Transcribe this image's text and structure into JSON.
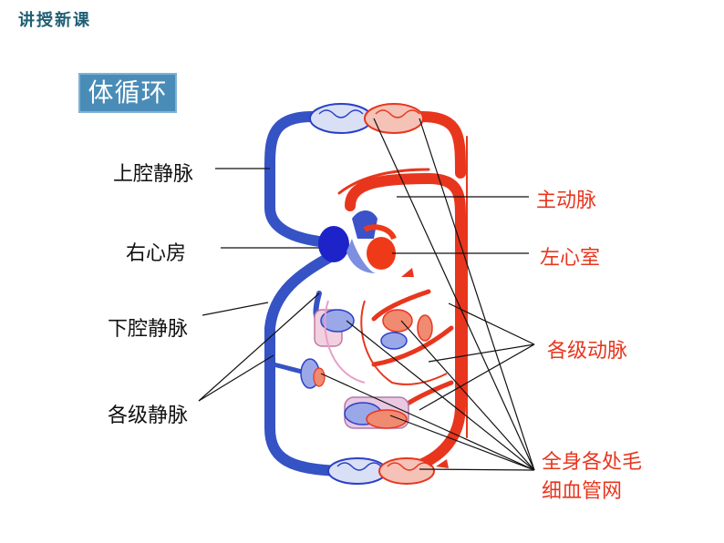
{
  "header": {
    "title": "讲授新课"
  },
  "badge": {
    "text": "体循环"
  },
  "labels": {
    "superior_vena_cava": "上腔静脉",
    "right_atrium": "右心房",
    "inferior_vena_cava": "下腔静脉",
    "veins": "各级静脉",
    "aorta": "主动脉",
    "left_ventricle": "左心室",
    "arteries": "各级动脉",
    "capillaries_line1": "全身各处毛",
    "capillaries_line2": "细血管网"
  },
  "colors": {
    "artery": "#e8361e",
    "vein": "#2b3fc7",
    "vein_light": "#5a78c8",
    "header": "#1f5f74",
    "badge": "#4a8cb8",
    "label_red": "#e8361e"
  }
}
